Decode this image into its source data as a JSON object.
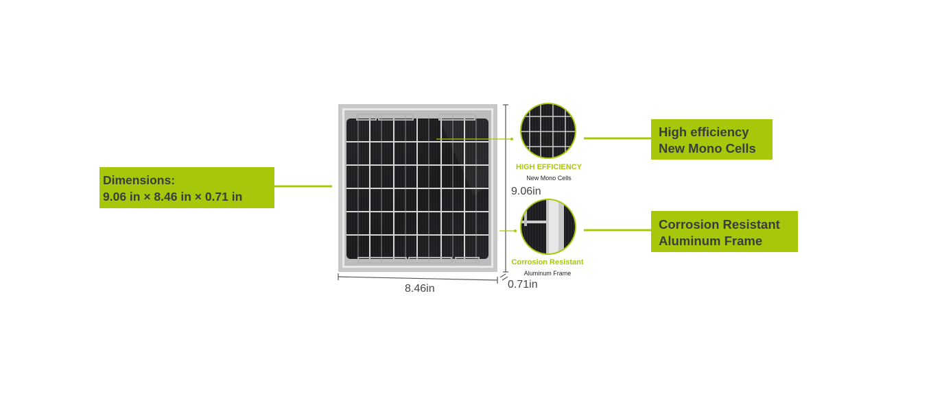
{
  "dimensions_callout": {
    "line1": "Dimensions:",
    "line2": "9.06 in × 8.46 in × 0.71 in"
  },
  "efficiency_callout": {
    "line1": "High efficiency",
    "line2": "New Mono Cells"
  },
  "frame_callout": {
    "line1": "Corrosion Resistant",
    "line2": "Aluminum Frame"
  },
  "zoom_efficiency": {
    "title": "HIGH EFFICIENCY",
    "subtitle": "New Mono Cells"
  },
  "zoom_frame": {
    "title": "Corrosion Resistant",
    "subtitle": "Aluminum Frame"
  },
  "measurements": {
    "height": "9.06in",
    "width": "8.46in",
    "depth": "0.71in"
  },
  "colors": {
    "accent": "#a7c80a",
    "frame": "#c9c9c9",
    "cell": "#1c1c1e"
  }
}
